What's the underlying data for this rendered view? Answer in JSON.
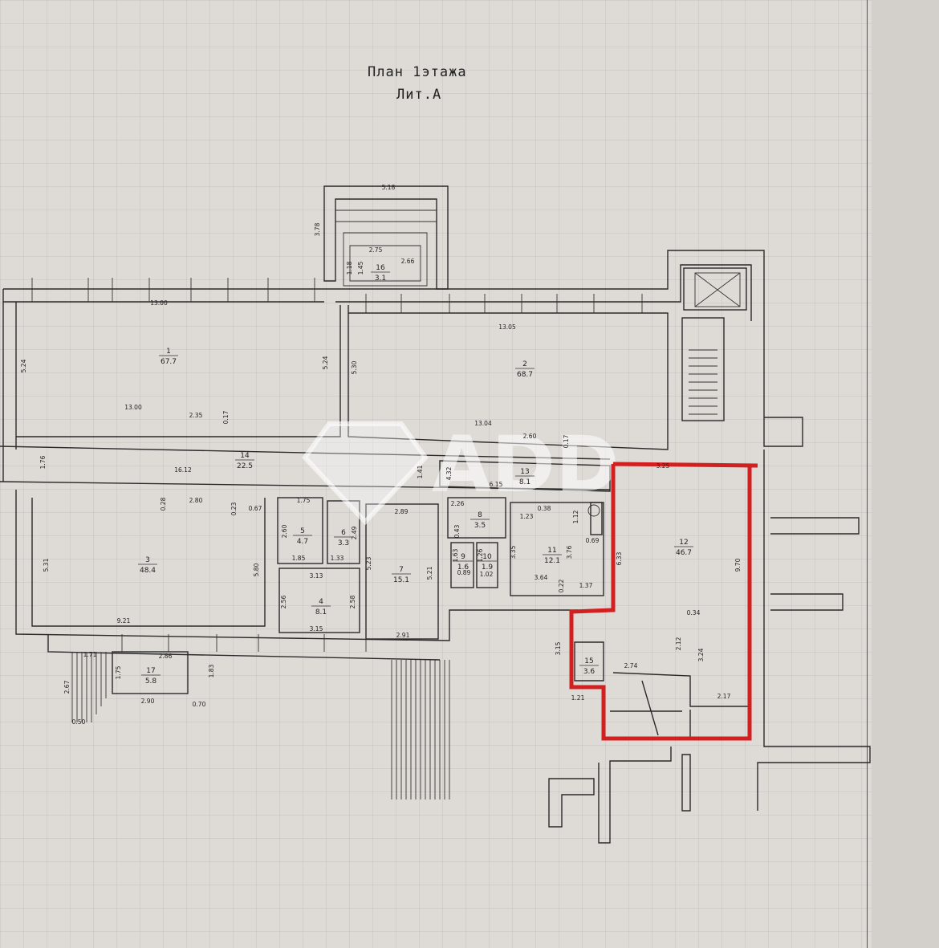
{
  "plan": {
    "title": "План 1этажа",
    "subtitle": "Лит.А"
  },
  "watermark": "ADD",
  "rooms": [
    {
      "no": "1",
      "area": "67.7"
    },
    {
      "no": "2",
      "area": "68.7"
    },
    {
      "no": "3",
      "area": "48.4"
    },
    {
      "no": "4",
      "area": "8.1"
    },
    {
      "no": "5",
      "area": "4.7"
    },
    {
      "no": "6",
      "area": "3.3"
    },
    {
      "no": "7",
      "area": "15.1"
    },
    {
      "no": "8",
      "area": "3.5"
    },
    {
      "no": "9",
      "area": "1.6"
    },
    {
      "no": "10",
      "area": "1.9"
    },
    {
      "no": "11",
      "area": "12.1"
    },
    {
      "no": "12",
      "area": "46.7"
    },
    {
      "no": "13",
      "area": "8.1"
    },
    {
      "no": "14",
      "area": "22.5"
    },
    {
      "no": "15",
      "area": "3.6"
    },
    {
      "no": "16",
      "area": "3.1"
    },
    {
      "no": "17",
      "area": "5.8"
    }
  ],
  "dimensions": [
    "5.18",
    "3.78",
    "2.75",
    "1.18",
    "1.45",
    "2.66",
    "13.00",
    "13.05",
    "5.24",
    "5.24",
    "5.30",
    "13.00",
    "2.35",
    "0.17",
    "13.04",
    "2.60",
    "0.17",
    "1.76",
    "16.12",
    "1.41",
    "4.32",
    "6.15",
    "3.25",
    "0.28",
    "2.80",
    "0.23",
    "0.67",
    "1.75",
    "2.26",
    "0.43",
    "1.23",
    "0.38",
    "1.12",
    "5.31",
    "2.60",
    "2.49",
    "2.89",
    "5.23",
    "5.21",
    "3.35",
    "3.76",
    "0.69",
    "5.80",
    "1.85",
    "1.33",
    "3.13",
    "1.63",
    "1.26",
    "0.89",
    "1.02",
    "3.64",
    "0.22",
    "1.37",
    "6.33",
    "9.70",
    "2.56",
    "2.58",
    "9.21",
    "3.15",
    "2.91",
    "0.34",
    "2.12",
    "3.24",
    "1.71",
    "2.86",
    "1.75",
    "1.83",
    "2.67",
    "2.90",
    "0.70",
    "0.50",
    "3.15",
    "2.74",
    "1.21",
    "2.17"
  ],
  "colors": {
    "paper": "#dedbd7",
    "ink": "#2a2a2a",
    "highlight": "#d21f1f"
  }
}
